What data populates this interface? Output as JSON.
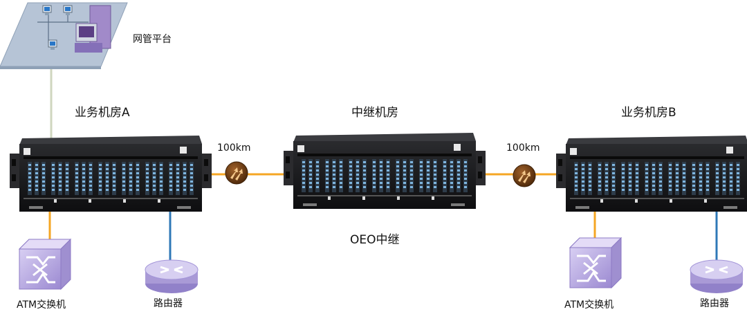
{
  "labels": {
    "nms": "网管平台",
    "site_a": "业务机房A",
    "relay_site": "中继机房",
    "site_b": "业务机房B",
    "dist_left": "100km",
    "dist_right": "100km",
    "oeo": "OEO中继",
    "atm_left": "ATM交换机",
    "router_left": "路由器",
    "atm_right": "ATM交换机",
    "router_right": "路由器"
  },
  "colors": {
    "fiber": "#f5a623",
    "copper": "#2f78b7",
    "nms_link": "#cfd6bf",
    "chassis": "#1c1c1e",
    "amplifier": "#6a3a12",
    "device": "#b7a8e0"
  },
  "icons": [
    "workstation-icon",
    "server-icon",
    "chassis-icon",
    "atm-switch-icon",
    "router-icon",
    "amplifier-icon"
  ]
}
